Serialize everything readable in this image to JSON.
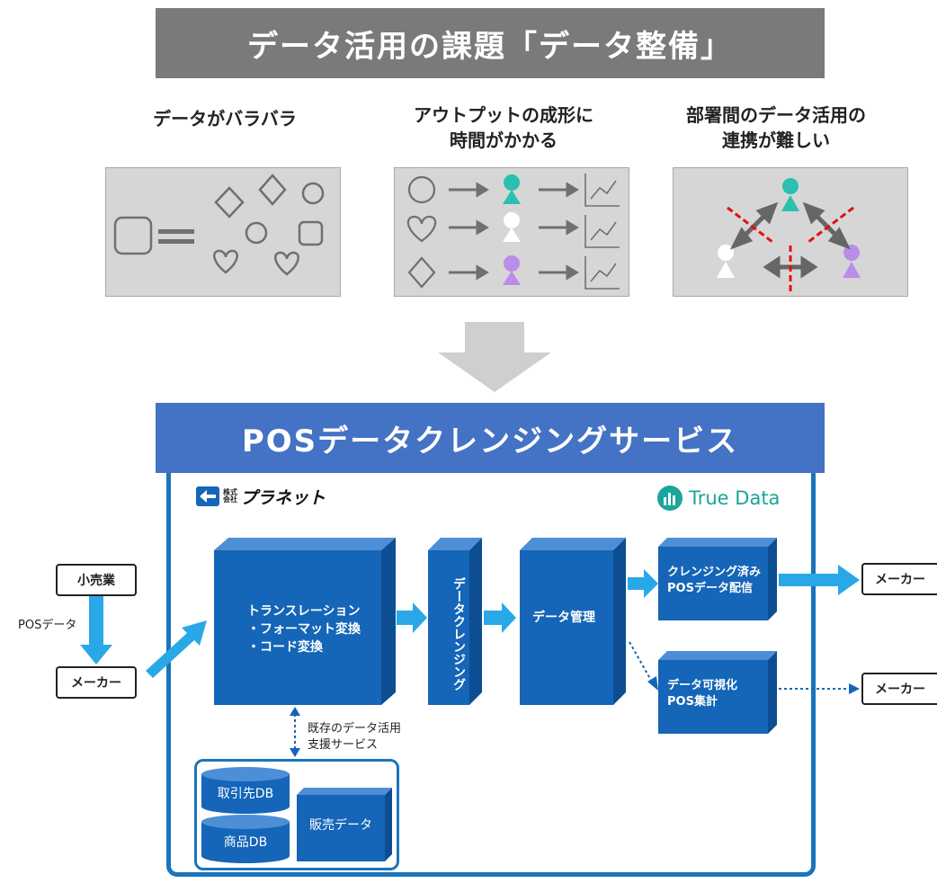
{
  "title_challenge": "データ活用の課題「データ整備」",
  "problems": [
    {
      "line1": "データがバラバラ",
      "line2": ""
    },
    {
      "line1": "アウトプットの成形に",
      "line2": "時間がかかる"
    },
    {
      "line1": "部署間のデータ活用の",
      "line2": "連携が難しい"
    }
  ],
  "title_service": "POSデータクレンジングサービス",
  "logos": {
    "planet_small": "株式\n会社",
    "planet": "プラネット",
    "truedata": "True Data"
  },
  "flow": {
    "retailer": "小売業",
    "pos_data": "POSデータ",
    "maker_left": "メーカー",
    "translation_title": "トランスレーション",
    "translation_item1": "・フォーマット変換",
    "translation_item2": "・コード変換",
    "cleansing": "データクレンジング",
    "data_mgmt": "データ管理",
    "delivery_line1": "クレンジング済み",
    "delivery_line2": "POSデータ配信",
    "visual_line1": "データ可視化",
    "visual_line2": "POS集計",
    "maker_right1": "メーカー",
    "maker_right2": "メーカー",
    "existing_line1": "既存のデータ活用",
    "existing_line2": "支援サービス",
    "db_partner": "取引先DB",
    "db_product": "商品DB",
    "sales_data": "販売データ"
  },
  "colors": {
    "gray_banner": "#7a7a7a",
    "blue_banner": "#4472c4",
    "frame_blue": "#1b75bc",
    "block_blue": "#1565b8",
    "arrow_blue": "#29a8e8",
    "teal": "#2bbfb0",
    "purple": "#b98ee8",
    "red": "#e01010"
  }
}
